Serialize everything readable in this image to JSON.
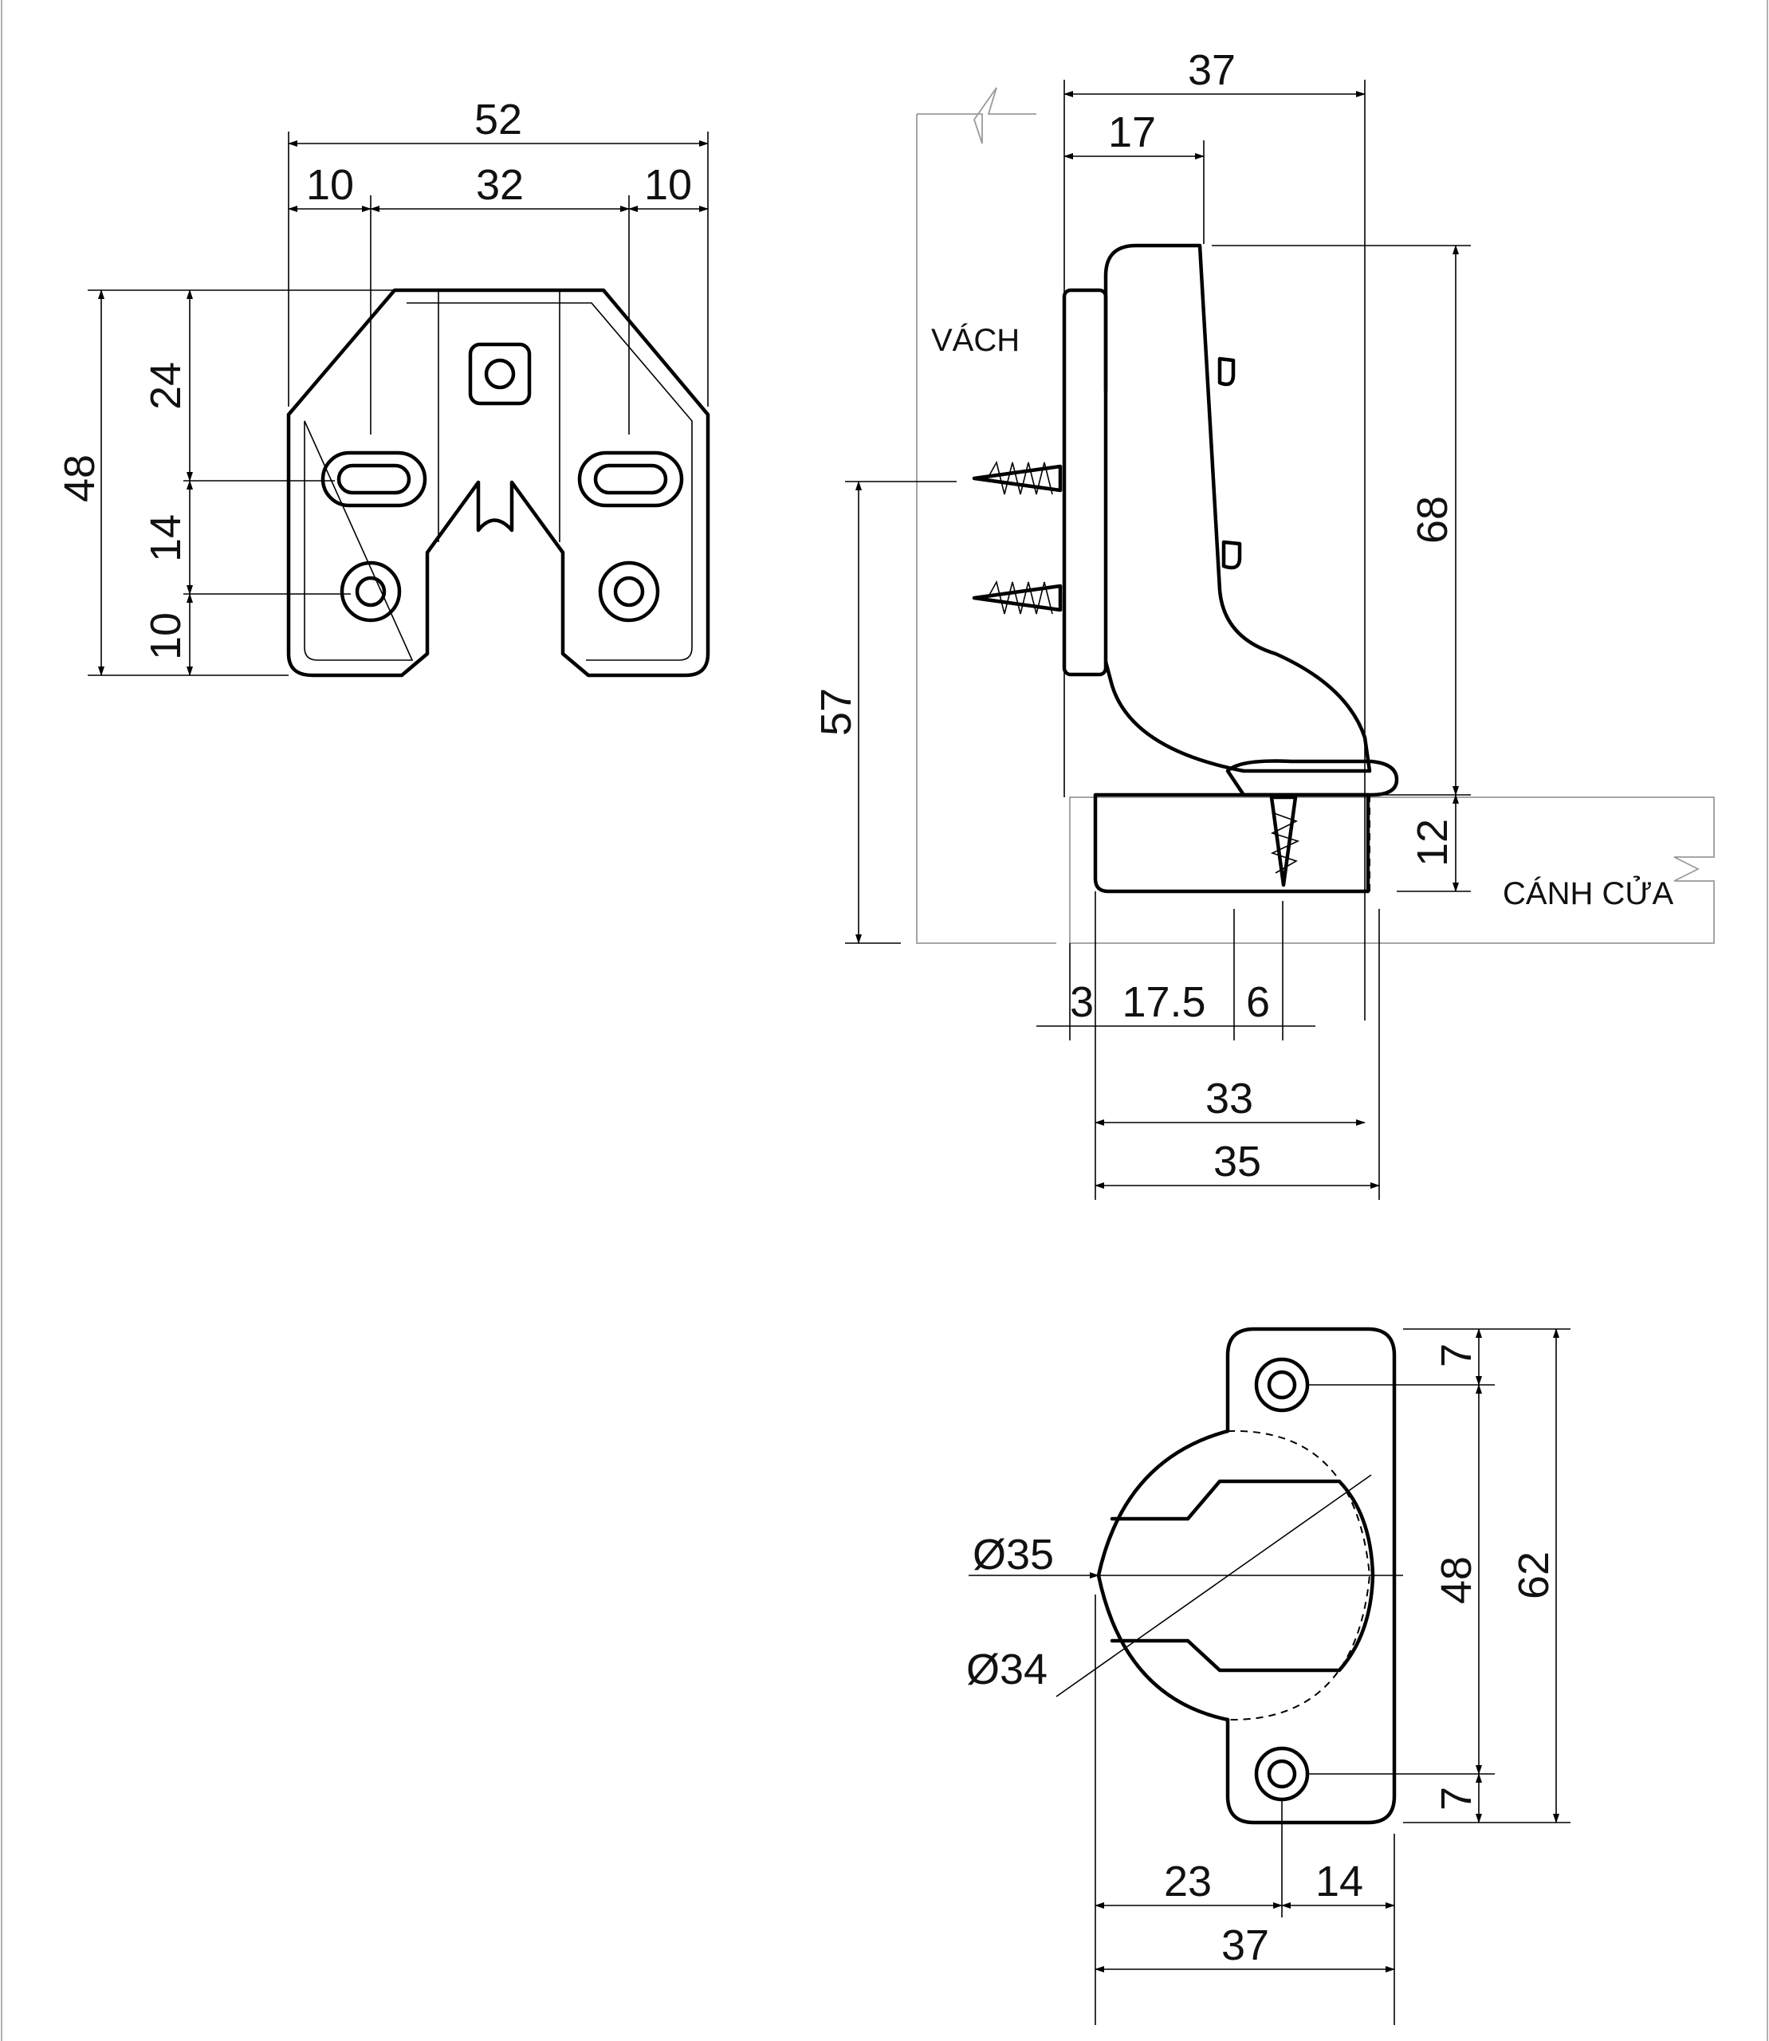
{
  "labels": {
    "wall": "VÁCH",
    "door": "CÁNH CỬA"
  },
  "view_mounting_plate": {
    "overall_width": "52",
    "edge_left": "10",
    "hole_spacing": "32",
    "edge_right": "10",
    "overall_height": "48",
    "top_to_slot": "24",
    "slot_to_hole": "14",
    "hole_to_bottom": "10"
  },
  "view_side": {
    "arm_depth": "37",
    "arm_offset": "17",
    "arm_height": "68",
    "plate_height": "57",
    "cup_depth": "12",
    "edge_gap": "3",
    "cup_center": "17.5",
    "screw_offset": "6",
    "cup_width": "33",
    "cup_outer_width": "35"
  },
  "view_cup": {
    "cup_diameter": "Ø35",
    "inner_diameter": "Ø34",
    "hole_edge_top": "7",
    "hole_spacing": "48",
    "overall_height": "62",
    "hole_edge_bottom": "7",
    "left_width": "23",
    "right_width": "14",
    "overall_width": "37"
  }
}
